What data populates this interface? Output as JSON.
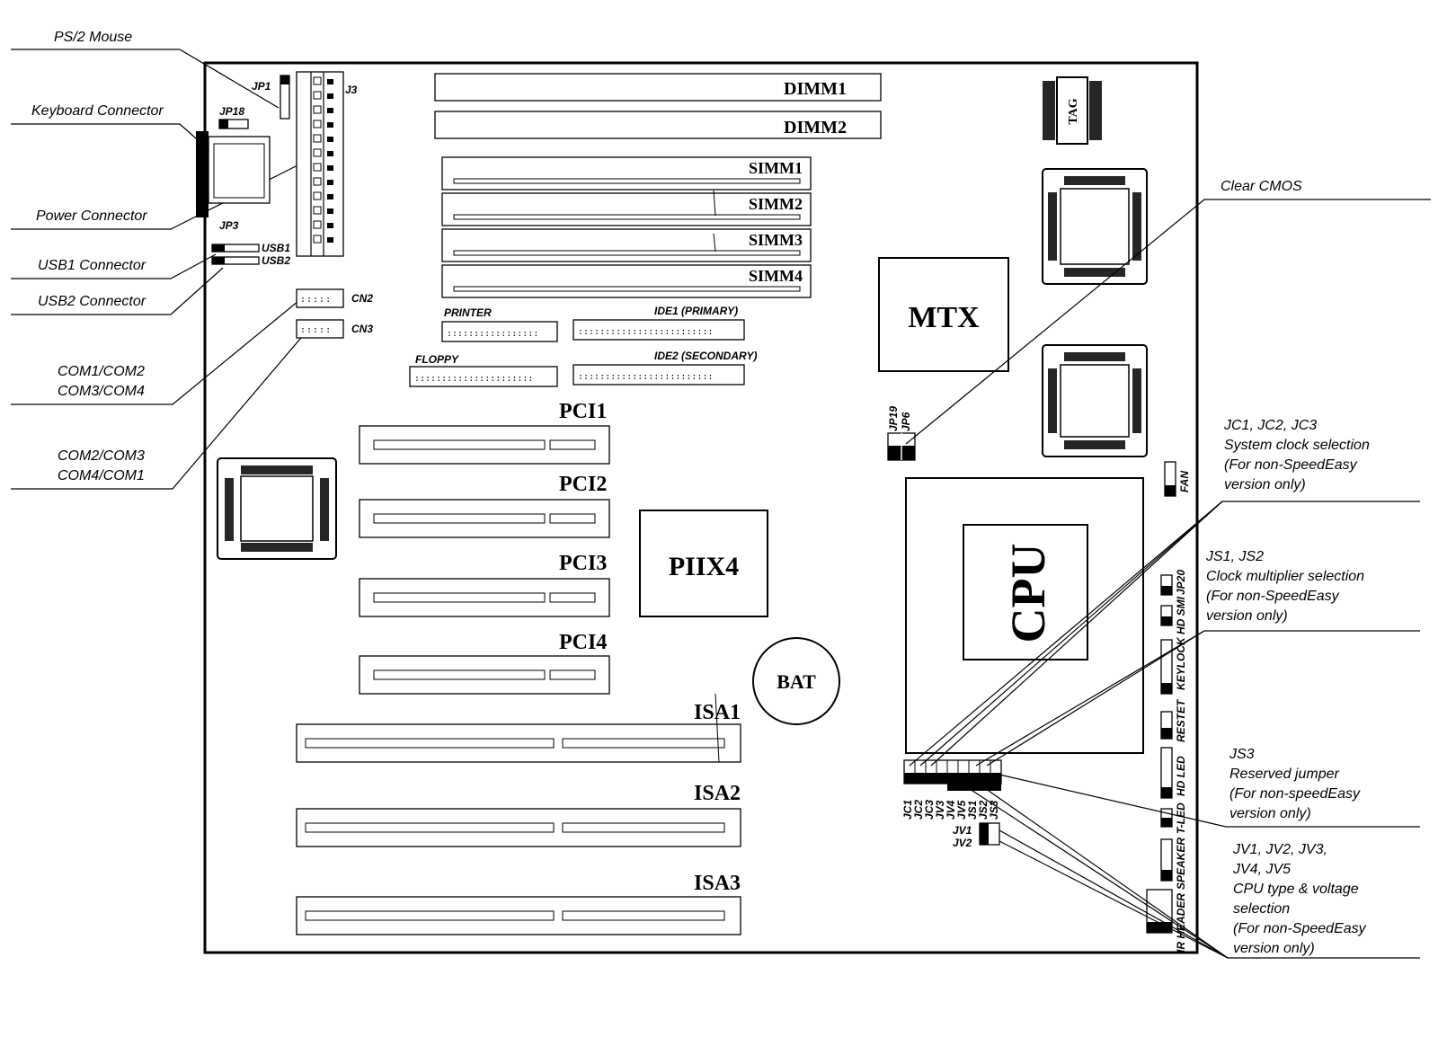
{
  "callouts_left": {
    "ps2_mouse": "PS/2 Mouse",
    "keyboard": "Keyboard Connector",
    "power": "Power Connector",
    "usb1": "USB1 Connector",
    "usb2": "USB2 Connector",
    "com_a_1": "COM1/COM2",
    "com_a_2": "COM3/COM4",
    "com_b_1": "COM2/COM3",
    "com_b_2": "COM4/COM1"
  },
  "callouts_right": {
    "clear_cmos": "Clear CMOS",
    "jc_1": "JC1, JC2, JC3",
    "jc_2": "System clock selection",
    "jc_3": "(For non-SpeedEasy",
    "jc_4": "version only)",
    "js_1": "JS1, JS2",
    "js_2": "Clock multiplier selection",
    "js_3": "(For non-SpeedEasy",
    "js_4": "version only)",
    "js3_1": "JS3",
    "js3_2": "Reserved jumper",
    "js3_3": "(For non-speedEasy",
    "js3_4": "version only)",
    "jv_1": "JV1, JV2, JV3,",
    "jv_2": "JV4, JV5",
    "jv_3": "CPU type & voltage",
    "jv_4": "selection",
    "jv_5": "(For non-SpeedEasy",
    "jv_6": "version only)"
  },
  "board": {
    "jp1": "JP1",
    "j3": "J3",
    "jp18": "JP18",
    "jp3": "JP3",
    "usb1": "USB1",
    "usb2": "USB2",
    "cn2": "CN2",
    "cn3": "CN3",
    "dimm1": "DIMM1",
    "dimm2": "DIMM2",
    "simm1": "SIMM1",
    "simm2": "SIMM2",
    "simm3": "SIMM3",
    "simm4": "SIMM4",
    "printer": "PRINTER",
    "ide1": "IDE1 (PRIMARY)",
    "floppy": "FLOPPY",
    "ide2": "IDE2 (SECONDARY)",
    "pci1": "PCI1",
    "pci2": "PCI2",
    "pci3": "PCI3",
    "pci4": "PCI4",
    "piix4": "PIIX4",
    "bat": "BAT",
    "isa1": "ISA1",
    "isa2": "ISA2",
    "isa3": "ISA3",
    "mtx": "MTX",
    "tag": "TAG",
    "cpu": "CPU",
    "jp19": "JP19",
    "jp6": "JP6",
    "fan": "FAN",
    "jp20": "JP20",
    "hdsmi": "HD SMI",
    "keylock": "KEYLOCK",
    "restet": "RESTET",
    "hdled": "HD LED",
    "tled": "T-LED",
    "speaker": "SPEAKER",
    "irheader": "IR HEADER",
    "jc1": "JC1",
    "jc2": "JC2",
    "jc3": "JC3",
    "jv3": "JV3",
    "jv4": "JV4",
    "jv5": "JV5",
    "js1": "JS1",
    "js2": "JS2",
    "js3": "JS3",
    "jv1": "JV1",
    "jv2": "JV2"
  }
}
